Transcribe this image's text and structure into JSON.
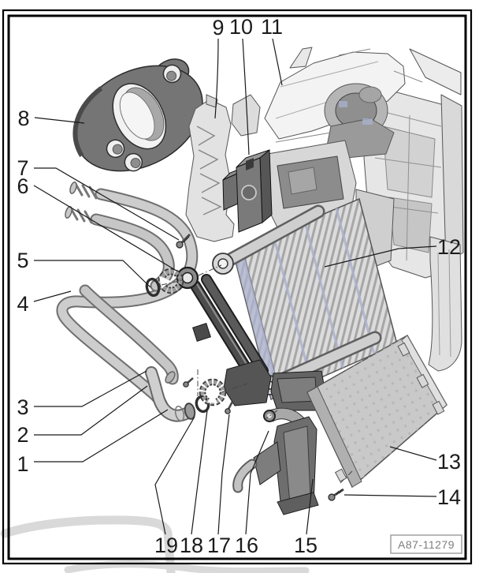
{
  "figure": {
    "caption": "A87-11279",
    "callouts": [
      {
        "label": "1"
      },
      {
        "label": "2"
      },
      {
        "label": "3"
      },
      {
        "label": "4"
      },
      {
        "label": "5"
      },
      {
        "label": "6"
      },
      {
        "label": "7"
      },
      {
        "label": "8"
      },
      {
        "label": "9"
      },
      {
        "label": "10"
      },
      {
        "label": "11"
      },
      {
        "label": "12"
      },
      {
        "label": "13"
      },
      {
        "label": "14"
      },
      {
        "label": "15"
      },
      {
        "label": "16"
      },
      {
        "label": "17"
      },
      {
        "label": "18"
      },
      {
        "label": "19"
      }
    ]
  },
  "palette": {
    "background": "#ffffff",
    "frame": "#000000",
    "label_text": "#1b1b1b",
    "leader": "#1a1a1a",
    "part_light": "#e8e8e8",
    "part_mid": "#9a9a9a",
    "part_dark": "#5a5a5a",
    "fin_blue": "#aab0cf",
    "watermark": "#d9d9d9",
    "caption_text": "#7d7d7d",
    "caption_border": "#a0a0a0"
  }
}
